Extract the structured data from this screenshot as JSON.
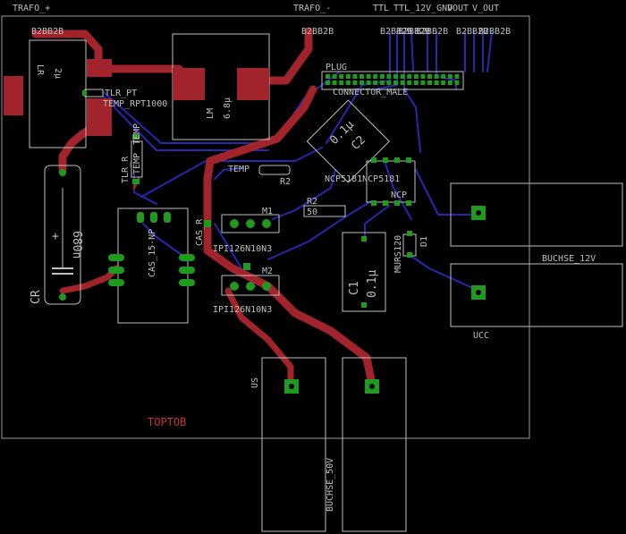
{
  "board": {
    "top_labels": {
      "trafo_plus": "TRAFO_+",
      "trafo_minus": "TRAFO_-",
      "ttl": "TTL",
      "ttl_12v_gnd": "TTL_12V_GND",
      "vout": "VOUT",
      "v_out2": "V_OUT"
    },
    "connector_labels": [
      "B2BB2B",
      "B2BB2B",
      "B2BB2B",
      "B2BB2B",
      "B2BB2B",
      "B2BB2B",
      "B2BB2B"
    ],
    "components": {
      "lr_name": "LR",
      "lr_value": "2µ",
      "lm_name": "LM",
      "lm_value": "6.8µ",
      "cr_name": "CR",
      "cr_value": "680n",
      "plug_name": "PLUG",
      "plug_value": "CONNECTOR_MALE",
      "tlr_pt": "TLR_PT",
      "temp_rpt": "TEMP_RPT1000",
      "tlr_r": "TLR_R",
      "temp_vert": "TEMP",
      "temp_horz": "TEMP",
      "temp_r": "TEMP",
      "r2_name": "R2",
      "r2_name2": "R2",
      "r2_value": "50",
      "c2_name": "C2",
      "c2_value": "0.1µ",
      "ncp_chip": "NCP5181NCP5181",
      "ncp_name": "NCP",
      "cas_r": "CAS_R",
      "cas_15": "CAS_15-NP",
      "m1": "M1",
      "m2": "M2",
      "ipi1": "IPI126N10N3",
      "ipi2": "IPI126N10N3",
      "c1_name": "C1",
      "c1_value": "0.1µ",
      "d1_name": "D1",
      "d1_value": "MURS120",
      "buchse_12v": "BUCHSE_12V",
      "ucc": "UCC",
      "us": "US",
      "buchse_50v": "BUCHSE_50V",
      "topbot": "TOPTOB"
    }
  }
}
